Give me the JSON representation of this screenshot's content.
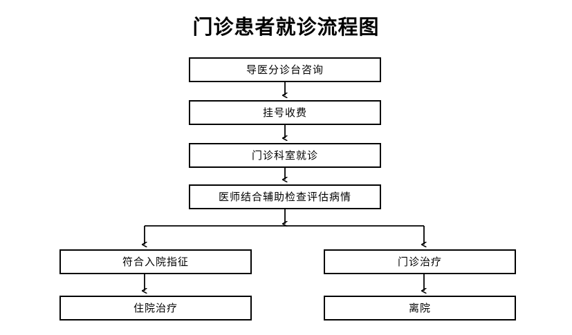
{
  "diagram": {
    "title": "门诊患者就诊流程图",
    "background_color": "#ffffff",
    "line_color": "#000000",
    "box_fill_color": "#ffffff",
    "nodes": [
      {
        "id": "triage",
        "label": "导医分诊台咨询"
      },
      {
        "id": "register",
        "label": "挂号收费"
      },
      {
        "id": "clinic",
        "label": "门诊科室就诊"
      },
      {
        "id": "assess",
        "label": "医师结合辅助检查评估病情"
      },
      {
        "id": "admit_criteria",
        "label": "符合入院指征"
      },
      {
        "id": "outpatient_tx",
        "label": "门诊治疗"
      },
      {
        "id": "inpatient_tx",
        "label": "住院治疗"
      },
      {
        "id": "discharge",
        "label": "离院"
      }
    ],
    "edges": [
      {
        "from": "triage",
        "to": "register",
        "style": "arrow-down"
      },
      {
        "from": "register",
        "to": "clinic",
        "style": "arrow-down"
      },
      {
        "from": "clinic",
        "to": "assess",
        "style": "arrow-down"
      },
      {
        "from": "assess",
        "to": "split",
        "style": "arrow-down"
      },
      {
        "from": "split",
        "to": "admit_criteria",
        "style": "elbow-arrow-down-left"
      },
      {
        "from": "split",
        "to": "outpatient_tx",
        "style": "elbow-arrow-down-right"
      },
      {
        "from": "admit_criteria",
        "to": "inpatient_tx",
        "style": "arrow-down"
      },
      {
        "from": "outpatient_tx",
        "to": "discharge",
        "style": "arrow-down"
      }
    ]
  }
}
